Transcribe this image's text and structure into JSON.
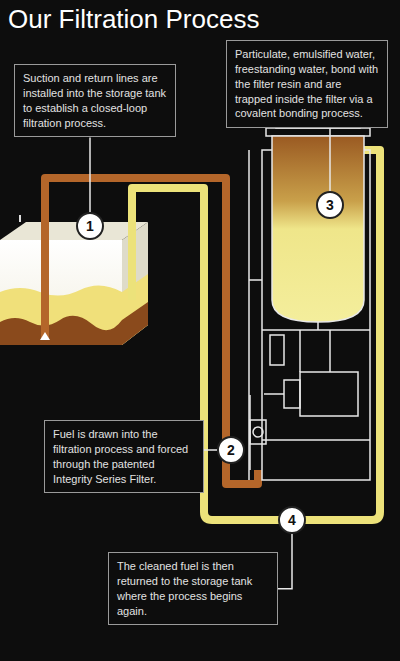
{
  "diagram": {
    "title": "Our Filtration Process",
    "nodes": [
      {
        "text": [
          "Suction and return lines are installed into the storage tank to establish a closed-loop filtration process."
        ]
      },
      {
        "text": [
          "Particulate, emulsified water, freestanding water, bond with the filter resin and are trapped inside the filter via a covalent bonding process."
        ]
      },
      {
        "text": [
          "1"
        ]
      },
      {
        "text": [
          "3"
        ]
      },
      {
        "text": [
          "Fuel is drawn into the filtration process and forced through the patented Integrity Series Filter."
        ]
      },
      {
        "text": [
          "2"
        ]
      },
      {
        "text": [
          "4"
        ]
      },
      {
        "text": [
          "The cleaned fuel is then returned to the storage tank where the process begins again."
        ]
      }
    ],
    "edges": [
      {
        "from": 0,
        "to": 2,
        "arrow": "none"
      },
      {
        "from": 1,
        "to": 3,
        "arrow": "none"
      },
      {
        "from": 4,
        "to": 5,
        "arrow": "none"
      },
      {
        "from": 7,
        "to": 6,
        "arrow": "none"
      }
    ]
  }
}
